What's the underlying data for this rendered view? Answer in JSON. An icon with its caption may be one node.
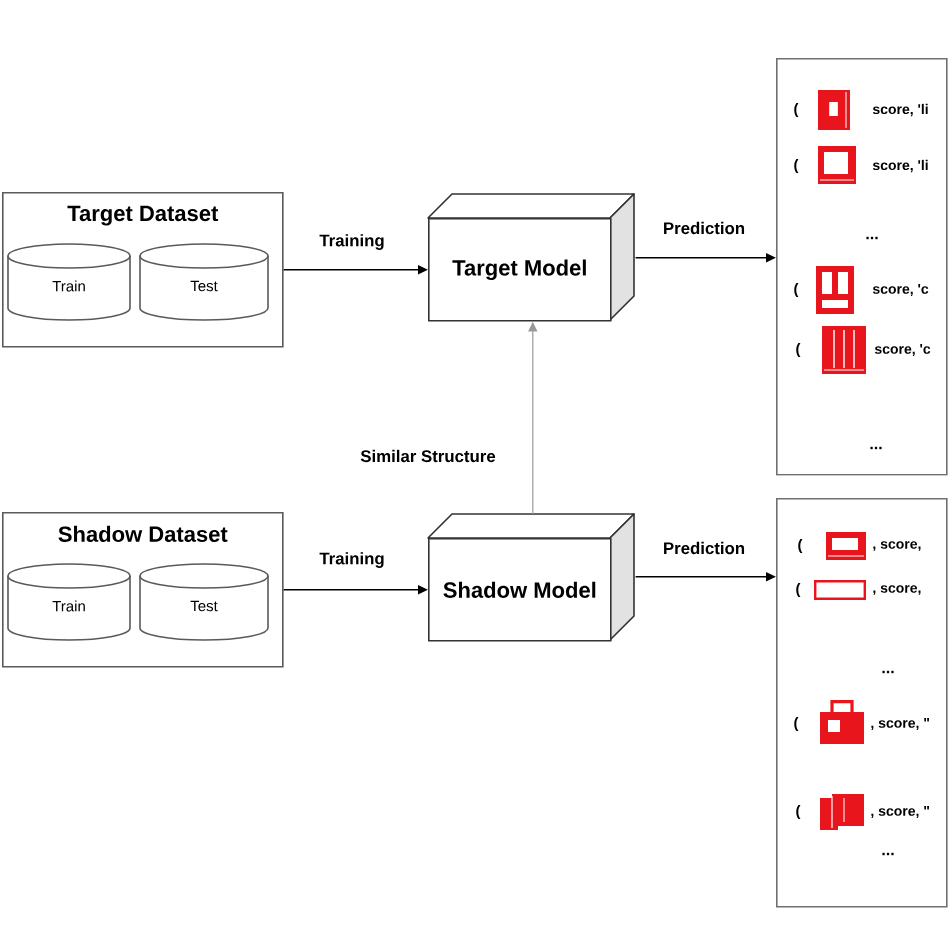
{
  "diagram": {
    "nodes": [
      {
        "text": [
          "Target Dataset"
        ]
      },
      {
        "text": [
          "Train"
        ],
        "in": 0
      },
      {
        "text": [
          "Test"
        ],
        "in": 0
      },
      {
        "text": [
          "Target Model"
        ]
      },
      {
        "text": [
          "(",
          "score, 'li",
          "(",
          "score, 'li",
          "...",
          "(",
          "score, 'c",
          "(",
          "score, 'c",
          "..."
        ]
      },
      {
        "text": [
          "Shadow Dataset"
        ]
      },
      {
        "text": [
          "Train"
        ],
        "in": 5
      },
      {
        "text": [
          "Test"
        ],
        "in": 5
      },
      {
        "text": [
          "Shadow Model"
        ]
      },
      {
        "text": [
          "(",
          ", score,",
          "(",
          ", score,",
          "...",
          "(",
          ", score, \"",
          "(",
          ", score, \"",
          "..."
        ]
      }
    ],
    "edges": [
      {
        "from": 0,
        "to": 3,
        "arrow": "to",
        "label": "Training"
      },
      {
        "from": 3,
        "to": 4,
        "arrow": "to",
        "label": "Prediction"
      },
      {
        "from": 8,
        "to": 3,
        "arrow": "to",
        "label": "Similar Structure",
        "color": "#999999"
      },
      {
        "from": 5,
        "to": 8,
        "arrow": "to",
        "label": "Training"
      },
      {
        "from": 8,
        "to": 9,
        "arrow": "to",
        "label": "Prediction"
      }
    ]
  }
}
